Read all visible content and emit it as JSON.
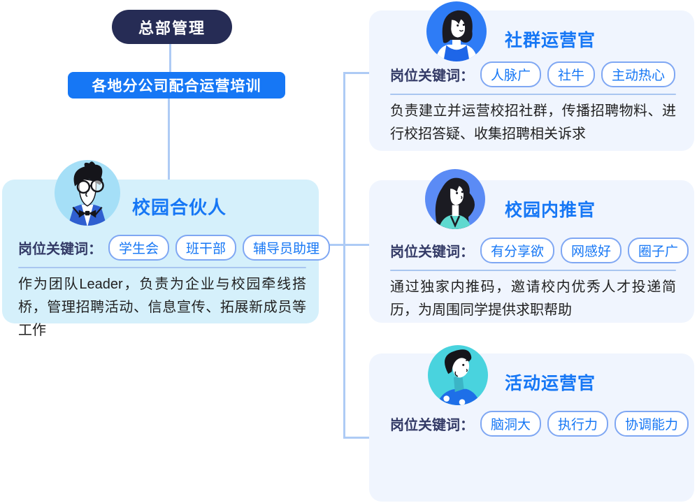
{
  "header": {
    "root": "总部管理",
    "branch": "各地分公司配合运营培训"
  },
  "keyword_label": "岗位关键词：",
  "cards": [
    {
      "id": "campus-partner",
      "title": "校园合伙人",
      "keywords": [
        "学生会",
        "班干部",
        "辅导员助理"
      ],
      "description": "作为团队Leader，负责为企业与校园牵线搭桥，管理招聘活动、信息宣传、拓展新成员等工作"
    },
    {
      "id": "community-officer",
      "title": "社群运营官",
      "keywords": [
        "人脉广",
        "社牛",
        "主动热心"
      ],
      "description": "负责建立并运营校招社群，传播招聘物料、进行校招答疑、收集招聘相关诉求"
    },
    {
      "id": "referral-officer",
      "title": "校园内推官",
      "keywords": [
        "有分享欲",
        "网感好",
        "圈子广"
      ],
      "description": "通过独家内推码，邀请校内优秀人才投递简历，为周围同学提供求职帮助"
    },
    {
      "id": "activity-officer",
      "title": "活动运营官",
      "keywords": [
        "脑洞大",
        "执行力",
        "协调能力"
      ]
    }
  ],
  "avatars": {
    "partner": "man-glasses-bowtie-avatar",
    "community": "woman-bob-hair-avatar",
    "referral": "woman-long-hair-avatar",
    "activity": "man-side-profile-avatar"
  },
  "colors": {
    "accent_blue": "#1677F5",
    "root_navy": "#262C55",
    "partner_card_bg": "#D5F0FB",
    "role_card_bg": "#F0F5FE",
    "connector": "#AECBF5",
    "pill_border": "#7FA7F3",
    "keyword_label_text": "#333A66",
    "description_text": "#212121",
    "avatar_bg_partner": "#A5DFF7",
    "avatar_bg_community": "#2E7CF6",
    "avatar_bg_referral": "#5B8BF5",
    "avatar_bg_activity": "#49D3DE"
  }
}
